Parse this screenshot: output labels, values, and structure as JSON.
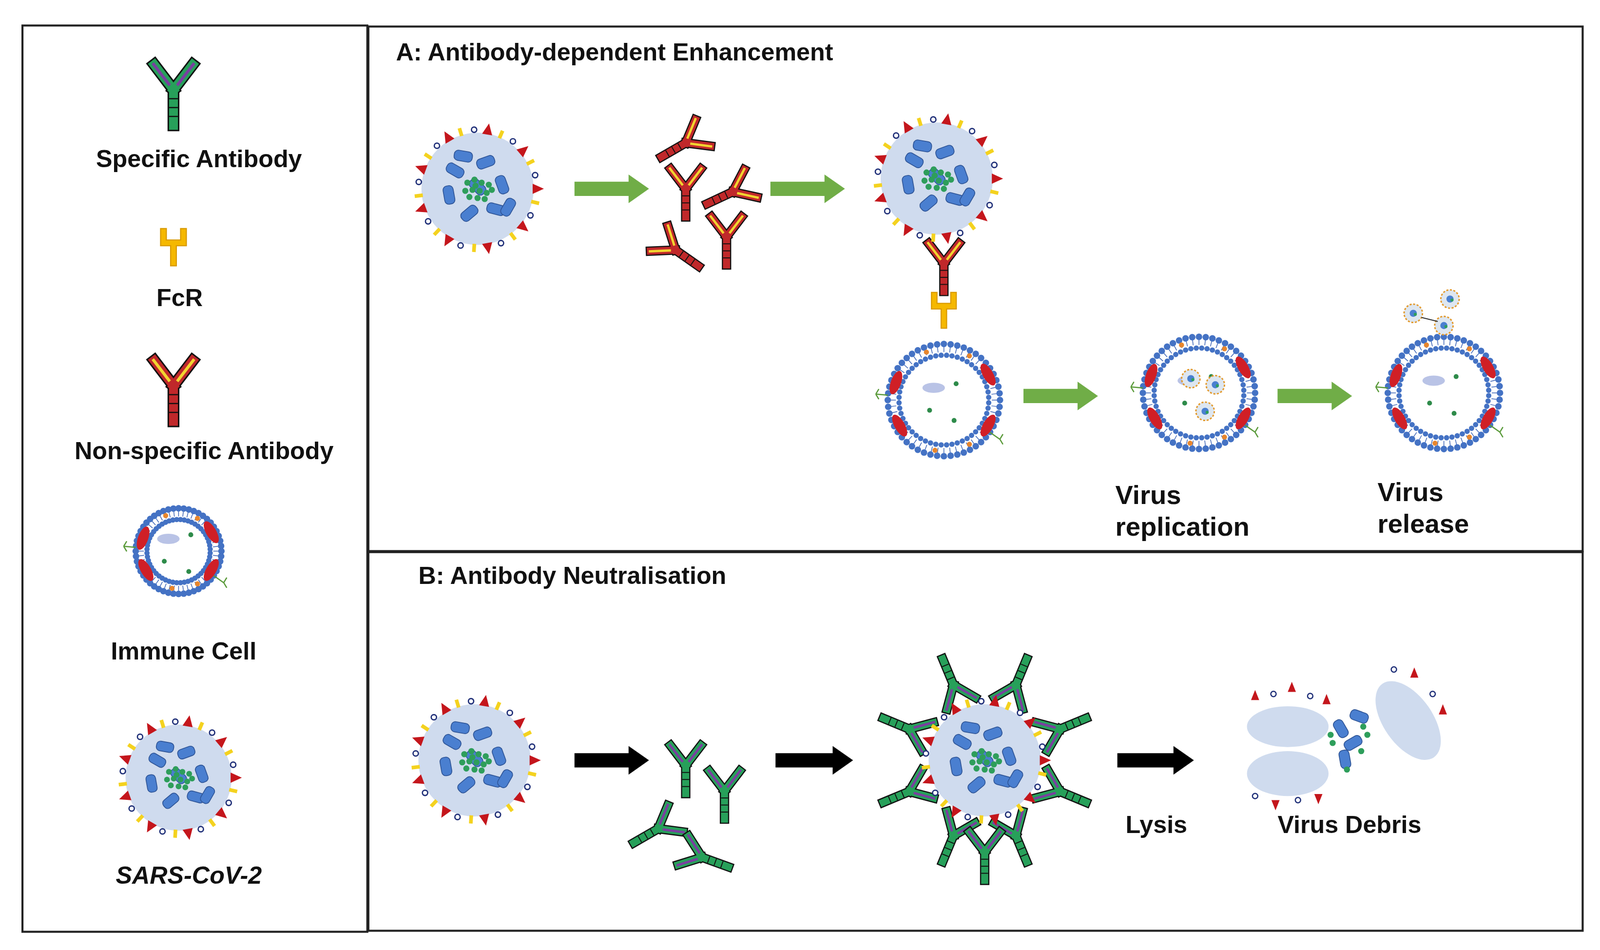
{
  "diagram": {
    "nodes": [
      {
        "text": [
          "A: Antibody-dependent Enhancement"
        ]
      },
      {
        "text": [
          "B: Antibody Neutralisation"
        ]
      }
    ],
    "labels": [
      "Virus replication",
      "Virus release",
      "Lysis",
      "Virus Debris"
    ],
    "legend": [
      {
        "text": "Specific Antibody"
      },
      {
        "text": "FcR"
      },
      {
        "text": "Non-specific Antibody"
      },
      {
        "text": "Immune Cell"
      },
      {
        "text": "SARS-CoV-2"
      }
    ]
  }
}
